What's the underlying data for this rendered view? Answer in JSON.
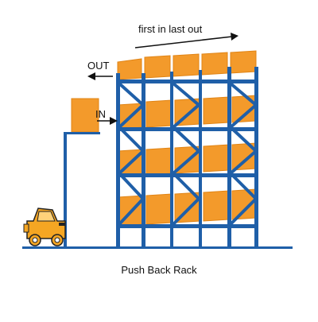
{
  "diagram": {
    "direction_label": "first in last out",
    "out_label": "OUT",
    "in_label": "IN",
    "caption": "Push Back Rack",
    "colors": {
      "rack_blue": "#1f5fa8",
      "pallet_orange": "#f39a2b",
      "pallet_edge": "#e08416",
      "forklift_yellow": "#f5a623",
      "arrow": "#111111"
    },
    "icons": [
      "forklift-icon",
      "pallet-icon",
      "arrow-right-icon",
      "arrow-left-icon"
    ]
  }
}
